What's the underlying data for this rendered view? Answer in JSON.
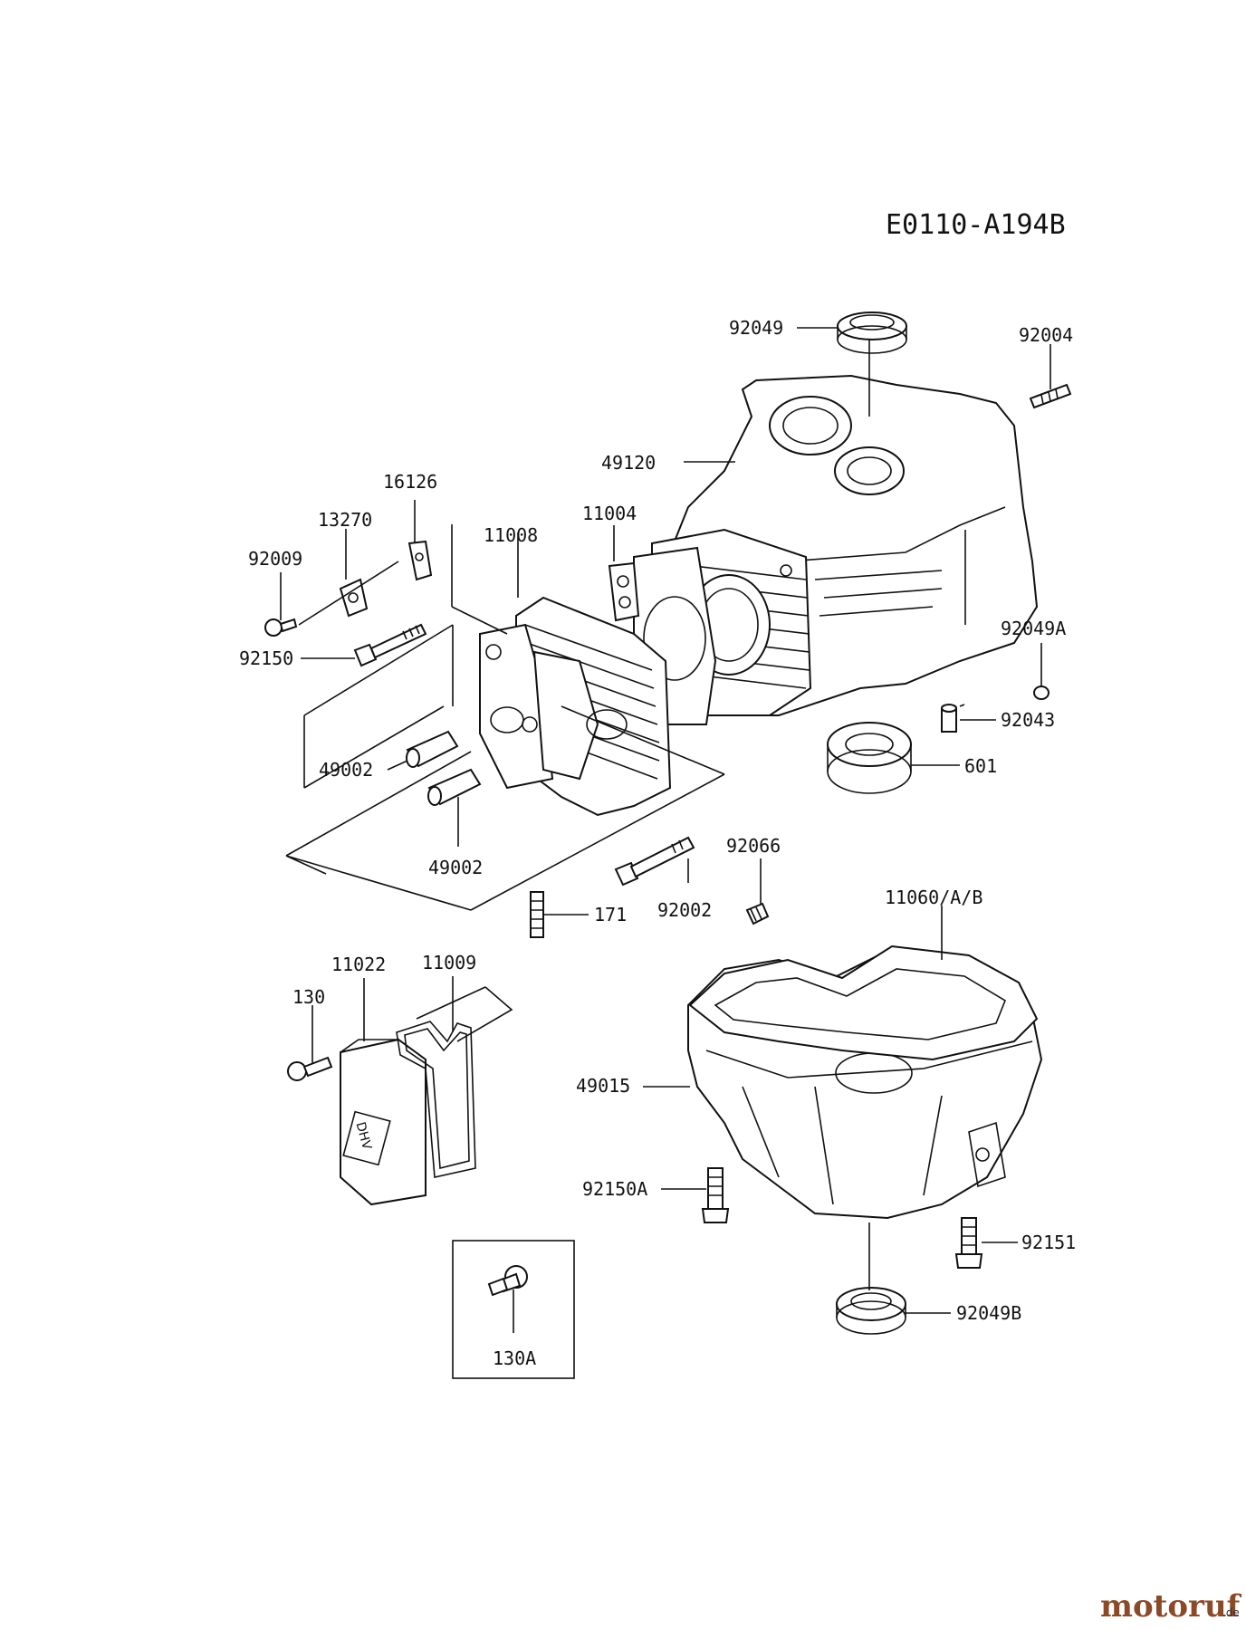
{
  "diagram": {
    "code": "E0110-A194B",
    "watermark": {
      "brand": "motoruf",
      "tld": ".de",
      "brand_color": "#8a4a2a",
      "tld_color": "#333333"
    },
    "callouts": [
      {
        "id": "92049",
        "label": "92049"
      },
      {
        "id": "92004",
        "label": "92004"
      },
      {
        "id": "49120",
        "label": "49120"
      },
      {
        "id": "16126",
        "label": "16126"
      },
      {
        "id": "13270",
        "label": "13270"
      },
      {
        "id": "11008",
        "label": "11008"
      },
      {
        "id": "11004",
        "label": "11004"
      },
      {
        "id": "92009",
        "label": "92009"
      },
      {
        "id": "92150",
        "label": "92150"
      },
      {
        "id": "92049A",
        "label": "92049A"
      },
      {
        "id": "92043",
        "label": "92043"
      },
      {
        "id": "601",
        "label": "601"
      },
      {
        "id": "49002a",
        "label": "49002"
      },
      {
        "id": "49002b",
        "label": "49002"
      },
      {
        "id": "92066",
        "label": "92066"
      },
      {
        "id": "92002",
        "label": "92002"
      },
      {
        "id": "171",
        "label": "171"
      },
      {
        "id": "11060AB",
        "label": "11060/A/B"
      },
      {
        "id": "11022",
        "label": "11022"
      },
      {
        "id": "11009",
        "label": "11009"
      },
      {
        "id": "130",
        "label": "130"
      },
      {
        "id": "49015",
        "label": "49015"
      },
      {
        "id": "92150A",
        "label": "92150A"
      },
      {
        "id": "92151",
        "label": "92151"
      },
      {
        "id": "92049B",
        "label": "92049B"
      },
      {
        "id": "130A",
        "label": "130A"
      }
    ],
    "cover_mark": "DHV"
  }
}
